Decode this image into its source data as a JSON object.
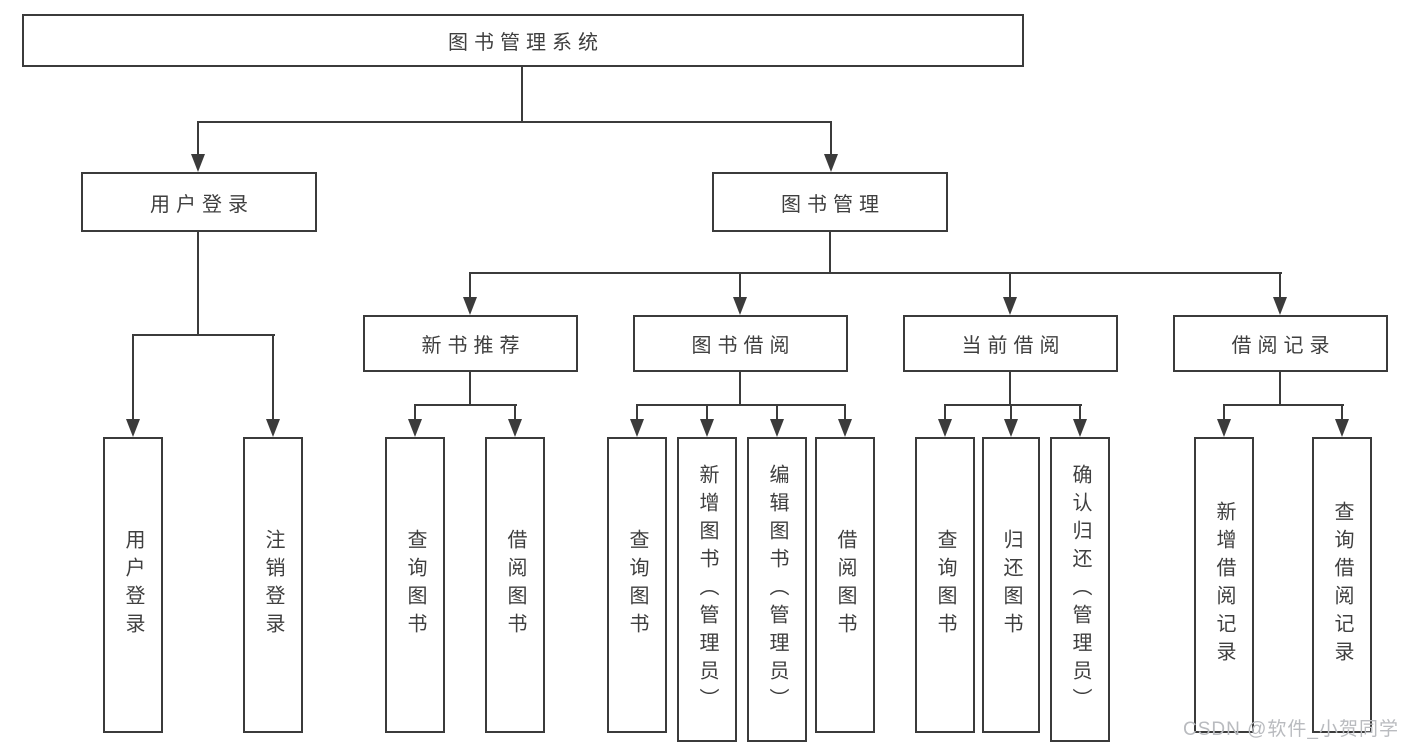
{
  "diagram": {
    "type": "tree-structure-chart",
    "title": "图书管理系统",
    "nodes": {
      "root": {
        "label": "图书管理系统"
      },
      "user_login": {
        "label": "用户登录"
      },
      "book_mgmt": {
        "label": "图书管理"
      },
      "new_book_rec": {
        "label": "新书推荐"
      },
      "book_borrow": {
        "label": "图书借阅"
      },
      "current_borrow": {
        "label": "当前借阅"
      },
      "borrow_records": {
        "label": "借阅记录"
      },
      "leaf_user_login": {
        "label": "用户登录"
      },
      "leaf_logout": {
        "label": "注销登录"
      },
      "leaf_nbr_query": {
        "label": "查询图书"
      },
      "leaf_nbr_borrow": {
        "label": "借阅图书"
      },
      "leaf_bb_query": {
        "label": "查询图书"
      },
      "leaf_bb_add": {
        "label": "新增图书（管理员）"
      },
      "leaf_bb_edit": {
        "label": "编辑图书（管理员）"
      },
      "leaf_bb_borrow": {
        "label": "借阅图书"
      },
      "leaf_cb_query": {
        "label": "查询图书"
      },
      "leaf_cb_return": {
        "label": "归还图书"
      },
      "leaf_cb_confirm": {
        "label": "确认归还（管理员）"
      },
      "leaf_br_add": {
        "label": "新增借阅记录"
      },
      "leaf_br_query": {
        "label": "查询借阅记录"
      }
    },
    "hierarchy": {
      "图书管理系统": {
        "用户登录": [
          "用户登录",
          "注销登录"
        ],
        "图书管理": {
          "新书推荐": [
            "查询图书",
            "借阅图书"
          ],
          "图书借阅": [
            "查询图书",
            "新增图书（管理员）",
            "编辑图书（管理员）",
            "借阅图书"
          ],
          "当前借阅": [
            "查询图书",
            "归还图书",
            "确认归还（管理员）"
          ],
          "借阅记录": [
            "新增借阅记录",
            "查询借阅记录"
          ]
        }
      }
    },
    "colors": {
      "line": "#3b3b3b",
      "node_border": "#3b3b3b",
      "node_fill": "#ffffff",
      "text": "#3f3f3f",
      "background": "#ffffff",
      "watermark_text": "#b9bbbf"
    },
    "watermark": "CSDN @软件_小贺同学"
  }
}
